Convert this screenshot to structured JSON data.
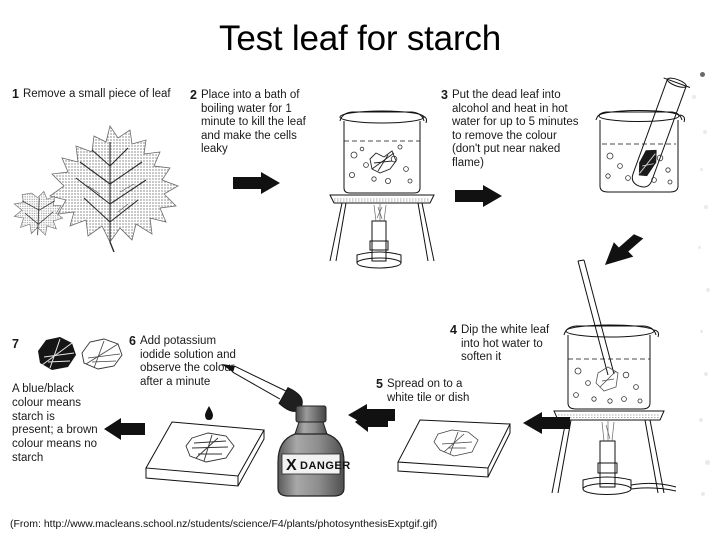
{
  "slide": {
    "title": "Test leaf for starch",
    "background_color": "#ffffff",
    "ink_color": "#111111",
    "caption": "(From: http://www.macleans.school.nz/students/science/F4/plants/photosynthesisExptgif.gif)"
  },
  "steps": [
    {
      "number": "1",
      "text": "Remove a small piece of leaf",
      "figure": "leaf-with-cut-piece"
    },
    {
      "number": "2",
      "text": "Place into a bath of boiling water for 1 minute to kill the leaf and make the cells leaky",
      "figure": "beaker-on-tripod-with-bunsen-burner"
    },
    {
      "number": "3",
      "text": "Put the dead leaf into alcohol and heat in hot water for up to 5 minutes to remove the colour (don't put near naked flame)",
      "figure": "test-tube-in-beaker-of-hot-water"
    },
    {
      "number": "4",
      "text": "Dip the white leaf into hot water to soften it",
      "figure": "beaker-on-tripod-with-rod"
    },
    {
      "number": "5",
      "text": "Spread on to a white tile or dish",
      "figure": "white-tile-with-leaf"
    },
    {
      "number": "6",
      "text": "Add potassium iodide solution and observe the colour after a minute",
      "figure": "tile-with-dropper-and-iodine-bottle"
    },
    {
      "number": "7",
      "text": "",
      "figure": "two-result-leaves"
    }
  ],
  "result": {
    "text": "A blue/black colour means starch is present; a brown colour means no starch"
  },
  "labels": {
    "bottle_warning": "DANGER",
    "bottle_symbol": "X"
  },
  "arrows": [
    {
      "name": "arrow-step1-to-step2",
      "direction": "right"
    },
    {
      "name": "arrow-step2-to-step3",
      "direction": "right"
    },
    {
      "name": "arrow-step3-to-step4",
      "direction": "down-left"
    },
    {
      "name": "arrow-step4-to-step5",
      "direction": "left"
    },
    {
      "name": "arrow-step5-to-step6",
      "direction": "left"
    },
    {
      "name": "arrow-step6-to-step7",
      "direction": "left"
    }
  ]
}
